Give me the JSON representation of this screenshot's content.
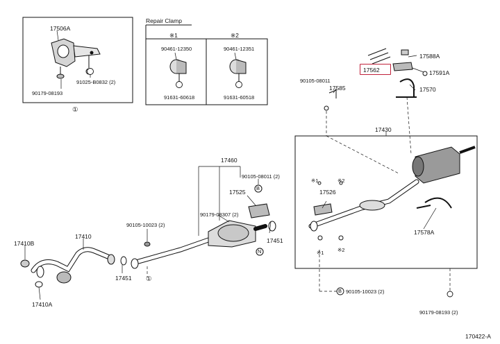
{
  "repair_clamp": {
    "title": "Repair Clamp",
    "col1": "※1",
    "col2": "※2",
    "c1_top": "90461-12350",
    "c1_bot": "91631-60618",
    "c2_top": "90461-12351",
    "c2_bot": "91631-60518"
  },
  "inset": {
    "p1": "17506A",
    "p2": "90179-08193",
    "p3": "91025-B0832 (2)",
    "ref": "①"
  },
  "front": {
    "p17410B": "17410B",
    "p17410": "17410",
    "p17410A": "17410A",
    "p17451a": "17451",
    "bolt1": "90105-10023 (2)",
    "ref1": "①"
  },
  "center": {
    "p17460": "17460",
    "nut": "90105-08011 (2)",
    "p17525": "17525",
    "bolt": "90179-08307 (2)",
    "p17451b": "17451",
    "markB": "B",
    "markN": "N"
  },
  "top_right": {
    "p17588A": "17588A",
    "p17562": "17562",
    "p17591A": "17591A",
    "p17585": "17585",
    "p17570": "17570",
    "bolt": "90105-08011"
  },
  "rear": {
    "p17430": "17430",
    "s1": "※1",
    "s2": "※2",
    "p17526": "17526",
    "p17578A": "17578A",
    "s1b": "※1",
    "s2b": "※2",
    "bolt": "90105-10023 (2)",
    "markB": "B",
    "bolt2": "90179-08193 (2)"
  },
  "footer": {
    "code": "170422-A"
  },
  "colors": {
    "line": "#111111",
    "highlight": "#c0203a",
    "fill": "#9a9a9a"
  }
}
